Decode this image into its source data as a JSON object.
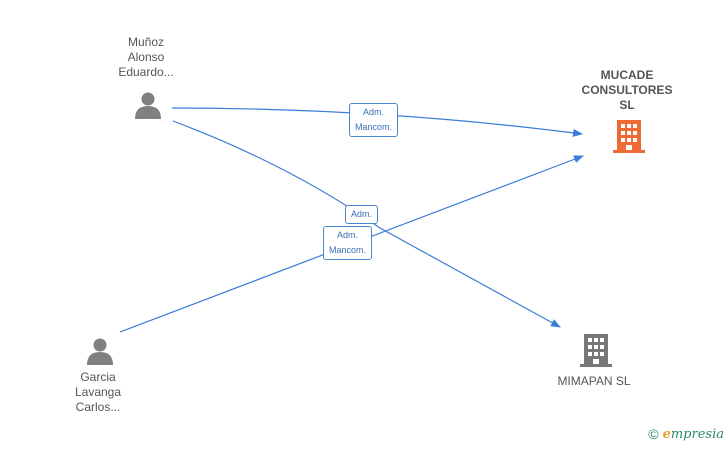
{
  "nodes": {
    "munoz": {
      "label": "Muñoz\nAlonso\nEduardo...",
      "icon": "person-icon"
    },
    "garcia": {
      "label": "Garcia\nLavanga\nCarlos...",
      "icon": "person-icon"
    },
    "mucade": {
      "label": "MUCADE\nCONSULTORES\nSL",
      "icon": "building-icon",
      "color": "#f06a35"
    },
    "mimapan": {
      "label": "MIMAPAN SL",
      "icon": "building-icon",
      "color": "#777777"
    }
  },
  "edges": [
    {
      "from": "munoz",
      "to": "mucade",
      "label": "Adm.\nMancom."
    },
    {
      "from": "munoz",
      "to": "mimapan",
      "label": "Adm."
    },
    {
      "from": "garcia",
      "to": "mucade",
      "label": "Adm.\nMancom."
    }
  ],
  "colors": {
    "edge": "#3b7dd8",
    "person": "#808080"
  },
  "footer": {
    "copyright": "©",
    "brand_initial": "e",
    "brand_rest": "mpresia"
  }
}
